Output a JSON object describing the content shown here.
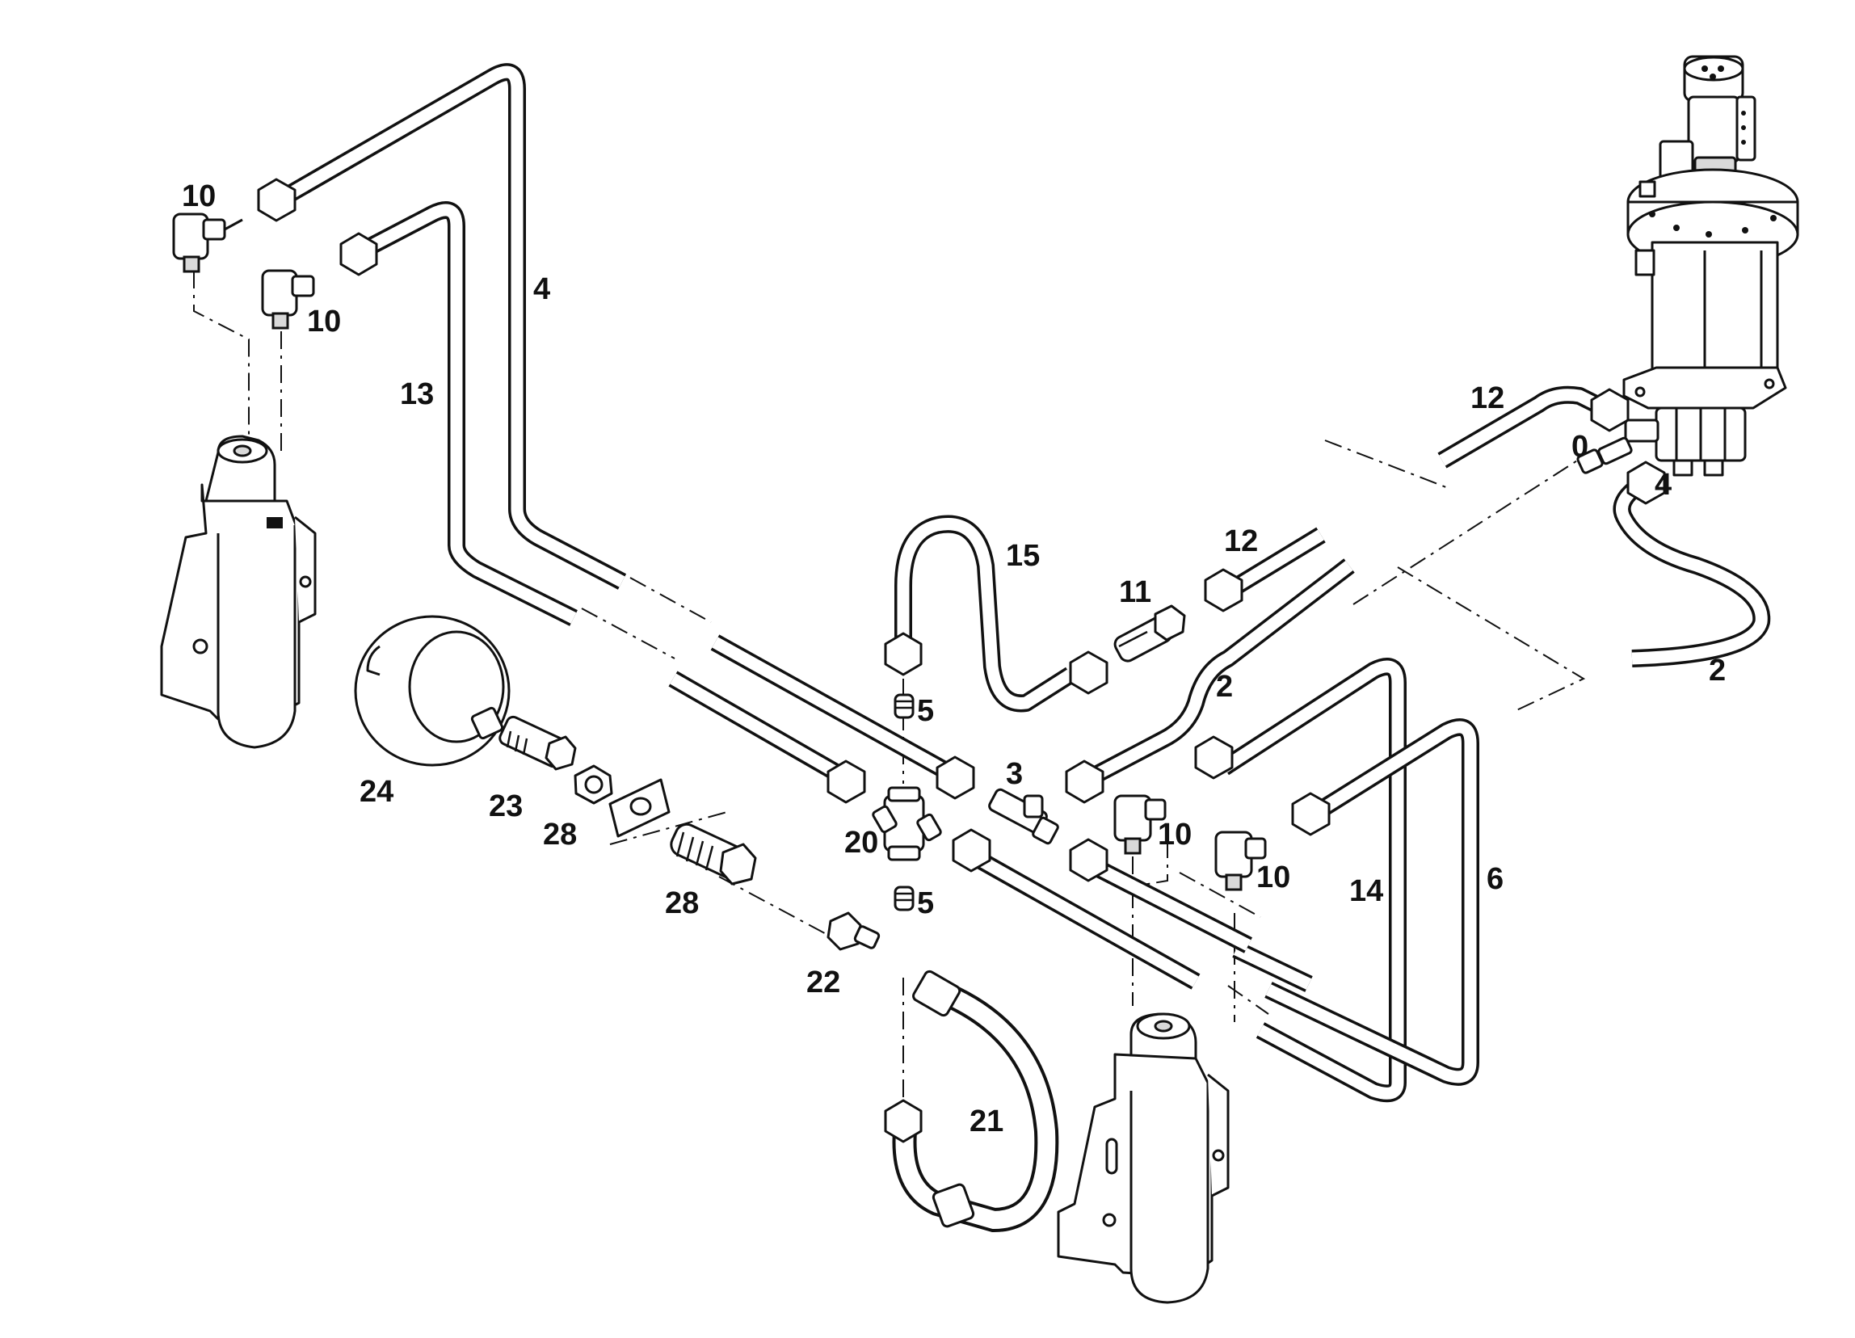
{
  "diagram": {
    "colors": {
      "ink": "#111111",
      "paper": "#ffffff",
      "shade": "#d9d9d9"
    },
    "callouts": {
      "c10a": "10",
      "c10b": "10",
      "c4a": "4",
      "c13": "13",
      "c15": "15",
      "c11": "11",
      "c12a": "12",
      "c12b": "12",
      "c0": "0",
      "c4b": "4",
      "c2a": "2",
      "c2b": "2",
      "c24": "24",
      "c23": "23",
      "c28a": "28",
      "c28b": "28",
      "c5a": "5",
      "c5b": "5",
      "c3": "3",
      "c20": "20",
      "c22": "22",
      "c21": "21",
      "c10c": "10",
      "c10d": "10",
      "c14": "14",
      "c6": "6"
    }
  }
}
